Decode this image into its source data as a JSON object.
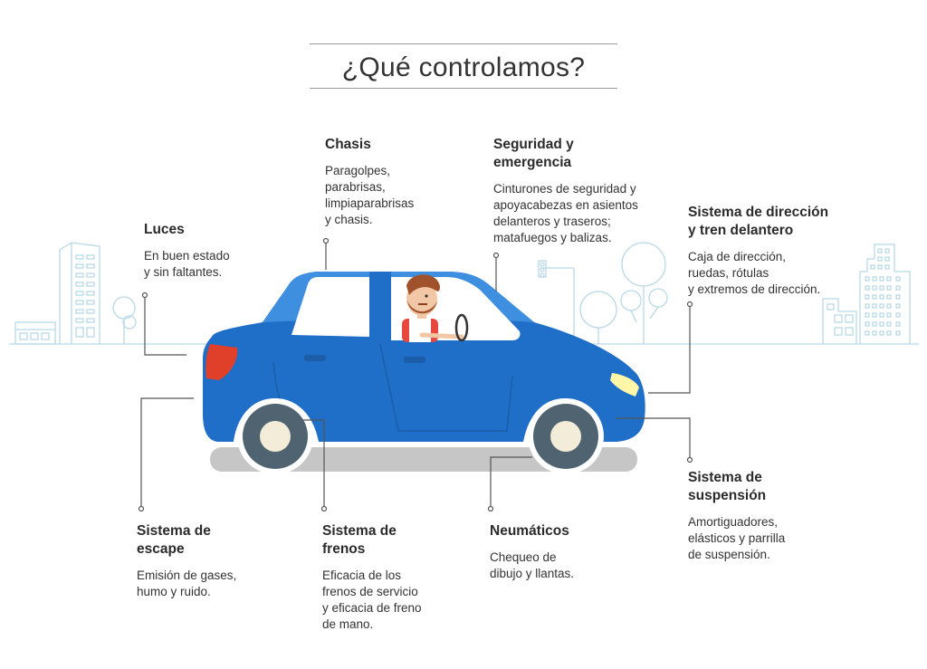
{
  "title": "¿Qué controlamos?",
  "colors": {
    "car_body": "#1f6ec7",
    "car_body_light": "#3f8fe0",
    "car_shadow": "#c6c6c6",
    "tail_light": "#e0402a",
    "headlight": "#fff6a8",
    "skyline": "#b8d9e6",
    "leader_line": "#555555"
  },
  "callouts": {
    "luces": {
      "heading": "Luces",
      "text": [
        "En buen estado",
        "y sin faltantes."
      ]
    },
    "chasis": {
      "heading": "Chasis",
      "text": [
        "Paragolpes,",
        "parabrisas,",
        "limpiaparabrisas",
        "y chasis."
      ]
    },
    "seguridad": {
      "heading": [
        "Seguridad y",
        "emergencia"
      ],
      "text": [
        "Cinturones de seguridad y",
        "apoyacabezas en asientos",
        "delanteros y traseros;",
        "matafuegos y balizas."
      ]
    },
    "direccion": {
      "heading": [
        "Sistema de dirección",
        "y tren delantero"
      ],
      "text": [
        "Caja de dirección,",
        "ruedas, rótulas",
        "y extremos de dirección."
      ]
    },
    "suspension": {
      "heading": [
        "Sistema de",
        "suspensión"
      ],
      "text": [
        "Amortiguadores,",
        "elásticos y parrilla",
        "de suspensión."
      ]
    },
    "escape": {
      "heading": [
        "Sistema de",
        "escape"
      ],
      "text": [
        "Emisión de gases,",
        "humo y ruido."
      ]
    },
    "frenos": {
      "heading": [
        "Sistema de",
        "frenos"
      ],
      "text": [
        "Eficacia de los",
        "frenos de servicio",
        "y eficacia de freno",
        "de mano."
      ]
    },
    "neumaticos": {
      "heading": "Neumáticos",
      "text": [
        "Chequeo de",
        "dibujo y llantas."
      ]
    }
  }
}
